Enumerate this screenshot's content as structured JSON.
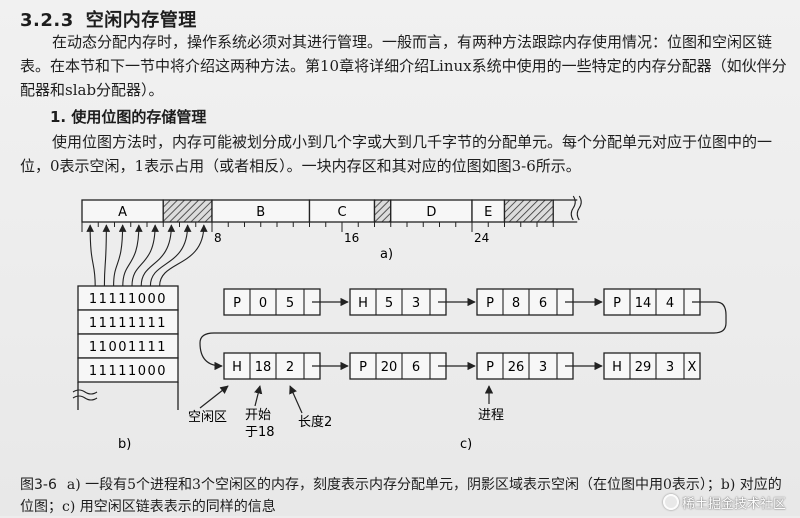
{
  "section": {
    "number": "3.2.3",
    "title": "空闲内存管理"
  },
  "paragraphs": {
    "intro": "在动态分配内存时，操作系统必须对其进行管理。一般而言，有两种方法跟踪内存使用情况：位图和空闲区链表。在本节和下一节中将介绍这两种方法。第10章将详细介绍Linux系统中使用的一些特定的内存分配器（如伙伴分配器和slab分配器）。",
    "bitmap_heading": "1. 使用位图的存储管理",
    "bitmap_body": "使用位图方法时，内存可能被划分成小到几个字或大到几千字节的分配单元。每个分配单元对应于位图中的一位，0表示空闲，1表示占用（或者相反）。一块内存区和其对应的位图如图3-6所示。"
  },
  "figure": {
    "memory_segments": [
      {
        "label": "A",
        "units": 5,
        "shaded": false
      },
      {
        "label": "",
        "units": 3,
        "shaded": true
      },
      {
        "label": "B",
        "units": 6,
        "shaded": false
      },
      {
        "label": "C",
        "units": 4,
        "shaded": false
      },
      {
        "label": "",
        "units": 1,
        "shaded": true
      },
      {
        "label": "D",
        "units": 5,
        "shaded": false
      },
      {
        "label": "E",
        "units": 2,
        "shaded": false
      },
      {
        "label": "",
        "units": 3,
        "shaded": true
      }
    ],
    "tick_labels": [
      {
        "unit": 8,
        "text": "8"
      },
      {
        "unit": 16,
        "text": "16"
      },
      {
        "unit": 24,
        "text": "24"
      }
    ],
    "label_a": "a)",
    "label_b": "b)",
    "label_c": "c)",
    "bitmap_rows": [
      "11111000",
      "11111111",
      "11001111",
      "11111000"
    ],
    "list_row1": [
      {
        "type": "P",
        "start": "0",
        "length": "5"
      },
      {
        "type": "H",
        "start": "5",
        "length": "3"
      },
      {
        "type": "P",
        "start": "8",
        "length": "6"
      },
      {
        "type": "P",
        "start": "14",
        "length": "4"
      }
    ],
    "list_row2": [
      {
        "type": "H",
        "start": "18",
        "length": "2"
      },
      {
        "type": "P",
        "start": "20",
        "length": "6"
      },
      {
        "type": "P",
        "start": "26",
        "length": "3"
      },
      {
        "type": "H",
        "start": "29",
        "length": "3"
      }
    ],
    "list_end": "X",
    "annotations": {
      "hole": "空闲区",
      "start_line1": "开始",
      "start_line2": "于18",
      "length": "长度2",
      "process": "进程"
    }
  },
  "caption": {
    "fig_no": "图3-6",
    "text": "a) 一段有5个进程和3个空闲区的内存，刻度表示内存分配单元，阴影区域表示空闲（在位图中用0表示）；b) 对应的位图；c) 用空闲区链表表示的同样的信息"
  },
  "watermark": "稀土掘金技术社区"
}
